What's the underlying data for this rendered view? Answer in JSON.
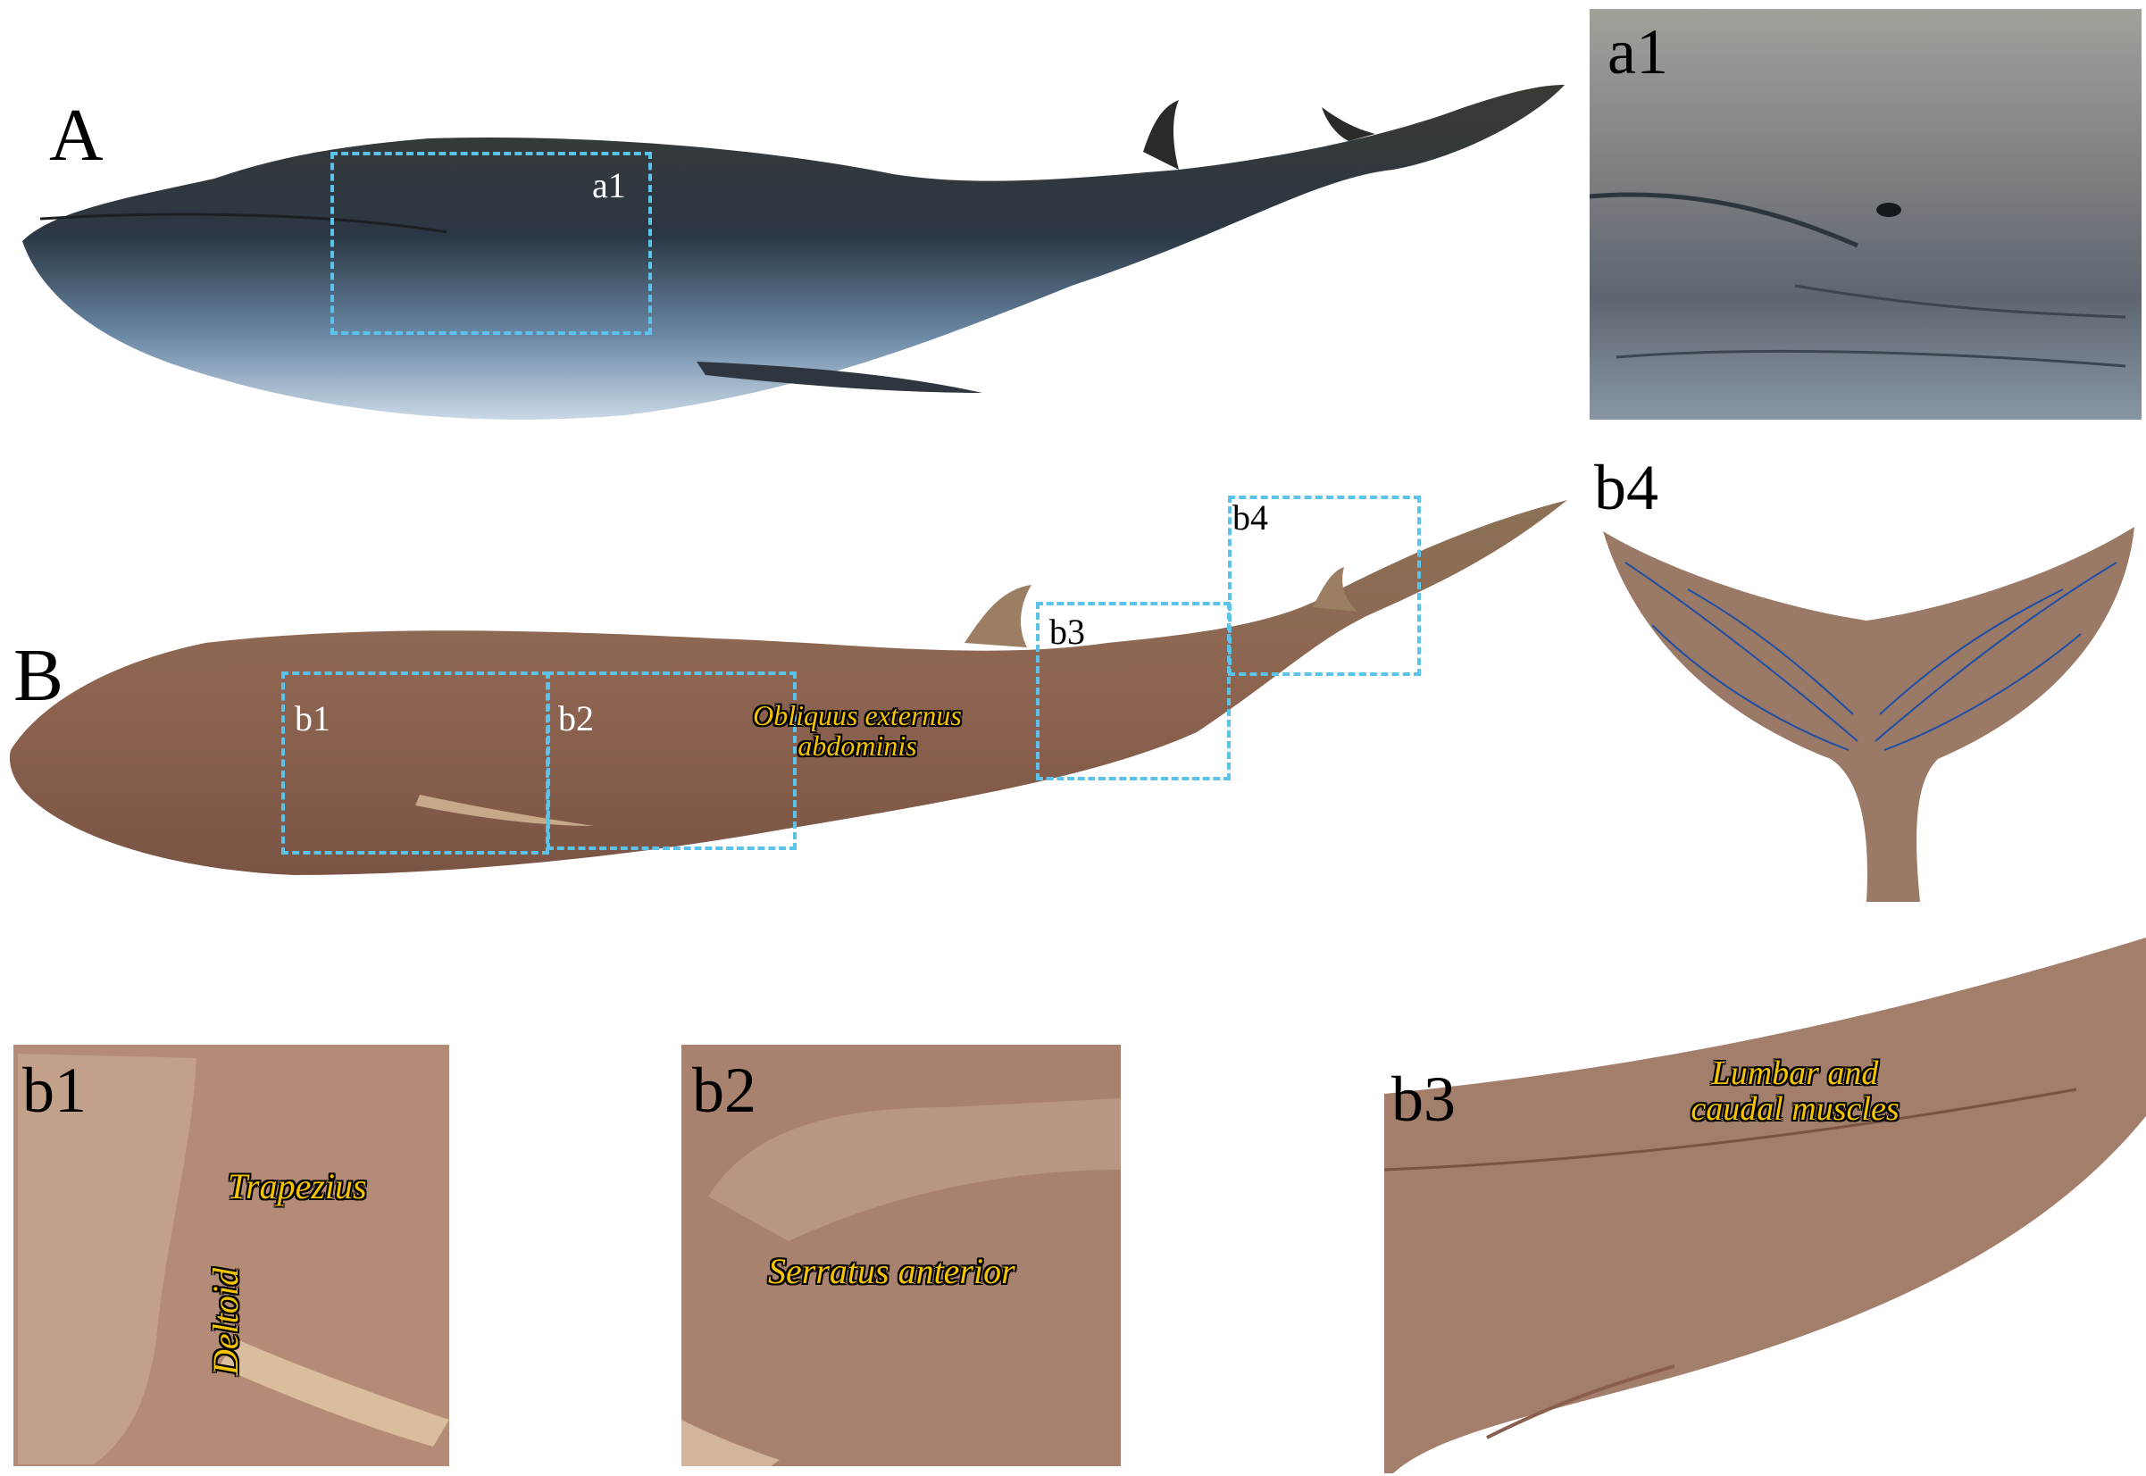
{
  "figure": {
    "panels": {
      "A": {
        "label": "A",
        "description": "Fin whale external morphology model (dark dorsal, pale grooved ventral)"
      },
      "a1": {
        "label": "a1",
        "description": "Close-up of eye and throat grooves"
      },
      "B": {
        "label": "B",
        "description": "Musculature specimen, lateral view"
      },
      "b1": {
        "label": "b1"
      },
      "b2": {
        "label": "b2"
      },
      "b3": {
        "label": "b3"
      },
      "b4": {
        "label": "b4",
        "description": "Tail fluke with blue-painted vessels"
      }
    },
    "box_labels": {
      "a1": "a1",
      "b1": "b1",
      "b2": "b2",
      "b3": "b3",
      "b4": "b4"
    },
    "muscle_labels": {
      "obliquus_line1": "Obliquus externus",
      "obliquus_line2": "abdominis",
      "trapezius": "Trapezius",
      "deltoid": "Deltoid",
      "serratus": "Serratus anterior",
      "lumbar_line1": "Lumbar and",
      "lumbar_line2": "caudal muscles"
    },
    "colors": {
      "dashed_box": "#5bc3ea",
      "muscle_label_fill": "#f5c400",
      "muscle_label_outline": "#000000"
    }
  }
}
